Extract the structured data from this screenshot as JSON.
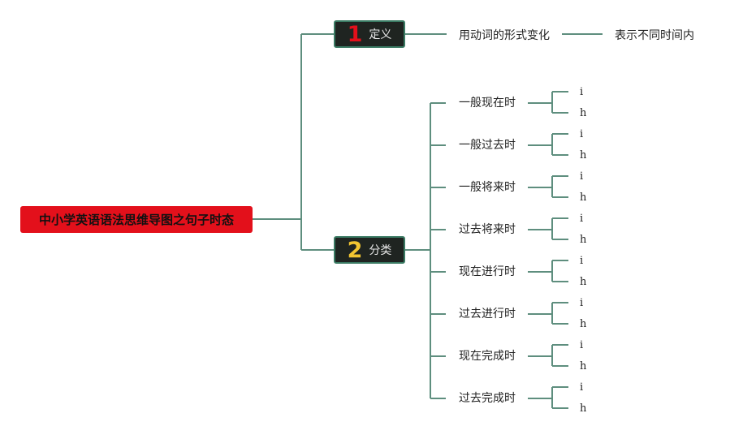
{
  "title": "中小学英语语法思维导图之句子时态",
  "colors": {
    "root_bg": "#e3101b",
    "root_text": "#111111",
    "branch_bg": "#1f2421",
    "branch_border": "#3a7a63",
    "branch_text": "#e6e6e6",
    "num1_color": "#e3101b",
    "num2_color": "#f2c531",
    "line": "#5e8e7e"
  },
  "branches": [
    {
      "number": "1",
      "label": "定义",
      "children": [
        {
          "text": "用动词的形式变化",
          "detail": "表示不同时间内"
        }
      ]
    },
    {
      "number": "2",
      "label": "分类",
      "children": [
        {
          "text": "一般现在时",
          "leaves": [
            "i",
            "h"
          ]
        },
        {
          "text": "一般过去时",
          "leaves": [
            "i",
            "h"
          ]
        },
        {
          "text": "一般将来时",
          "leaves": [
            "i",
            "h"
          ]
        },
        {
          "text": "过去将来时",
          "leaves": [
            "i",
            "h"
          ]
        },
        {
          "text": "现在进行时",
          "leaves": [
            "i",
            "h"
          ]
        },
        {
          "text": "过去进行时",
          "leaves": [
            "i",
            "h"
          ]
        },
        {
          "text": "现在完成时",
          "leaves": [
            "i",
            "h"
          ]
        },
        {
          "text": "过去完成时",
          "leaves": [
            "i",
            "h"
          ]
        }
      ]
    }
  ]
}
